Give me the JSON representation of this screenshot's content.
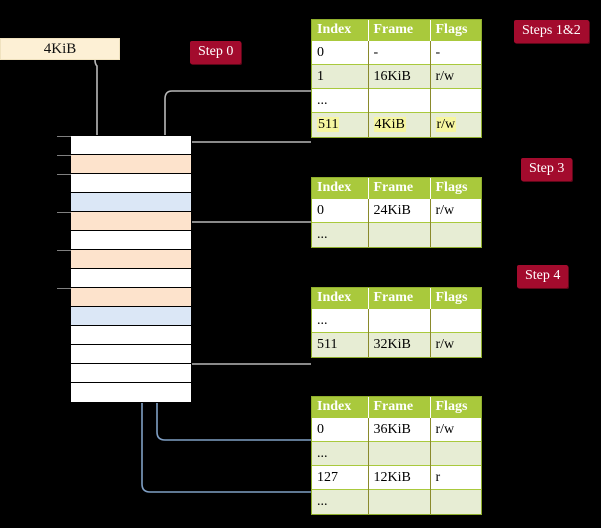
{
  "colors": {
    "badge_bg": "#a30b2d",
    "table_header_bg": "#a9c93c",
    "table_row_alt_bg": "#e7edd4",
    "highlight": "#f6f6a0",
    "mem_orange": "#fde3cc",
    "mem_blue": "#dbe7f6",
    "kib_box_bg": "#fdf0d5",
    "gray_wire": "#b0b0b0",
    "blue_wire": "#7f9fc4"
  },
  "source_box": {
    "label": "4KiB"
  },
  "badges": [
    {
      "name": "step-0",
      "label": "Step 0"
    },
    {
      "name": "steps-1-2",
      "label": "Steps 1&2"
    },
    {
      "name": "step-3",
      "label": "Step 3"
    },
    {
      "name": "step-4",
      "label": "Step 4"
    }
  ],
  "memory_stack": {
    "rows": [
      {
        "fill": "white"
      },
      {
        "fill": "orange"
      },
      {
        "fill": "white"
      },
      {
        "fill": "blue"
      },
      {
        "fill": "orange"
      },
      {
        "fill": "white"
      },
      {
        "fill": "orange"
      },
      {
        "fill": "white"
      },
      {
        "fill": "orange"
      },
      {
        "fill": "blue"
      },
      {
        "fill": "white"
      },
      {
        "fill": "white"
      },
      {
        "fill": "white"
      },
      {
        "fill": "white"
      }
    ]
  },
  "tables": [
    {
      "name": "page-table-level-1",
      "headers": [
        "Index",
        "Frame",
        "Flags"
      ],
      "rows": [
        {
          "stripe": "white",
          "cells": [
            "0",
            "-",
            "-"
          ],
          "highlight": false
        },
        {
          "stripe": "green",
          "cells": [
            "1",
            "16KiB",
            "r/w"
          ],
          "highlight": false
        },
        {
          "stripe": "white",
          "cells": [
            "...",
            "",
            ""
          ],
          "highlight": false
        },
        {
          "stripe": "green",
          "cells": [
            "511",
            "4KiB",
            "r/w"
          ],
          "highlight": true
        }
      ]
    },
    {
      "name": "page-table-level-2",
      "headers": [
        "Index",
        "Frame",
        "Flags"
      ],
      "rows": [
        {
          "stripe": "white",
          "cells": [
            "0",
            "24KiB",
            "r/w"
          ],
          "highlight": false
        },
        {
          "stripe": "green",
          "cells": [
            "...",
            "",
            ""
          ],
          "highlight": false
        }
      ]
    },
    {
      "name": "page-table-level-3",
      "headers": [
        "Index",
        "Frame",
        "Flags"
      ],
      "rows": [
        {
          "stripe": "white",
          "cells": [
            "...",
            "",
            ""
          ],
          "highlight": false
        },
        {
          "stripe": "green",
          "cells": [
            "511",
            "32KiB",
            "r/w"
          ],
          "highlight": false
        }
      ]
    },
    {
      "name": "page-table-level-4",
      "headers": [
        "Index",
        "Frame",
        "Flags"
      ],
      "rows": [
        {
          "stripe": "white",
          "cells": [
            "0",
            "36KiB",
            "r/w"
          ],
          "highlight": false
        },
        {
          "stripe": "green",
          "cells": [
            "...",
            "",
            ""
          ],
          "highlight": false
        },
        {
          "stripe": "white",
          "cells": [
            "127",
            "12KiB",
            "r"
          ],
          "highlight": false
        },
        {
          "stripe": "green",
          "cells": [
            "...",
            "",
            ""
          ],
          "highlight": false
        }
      ]
    }
  ]
}
